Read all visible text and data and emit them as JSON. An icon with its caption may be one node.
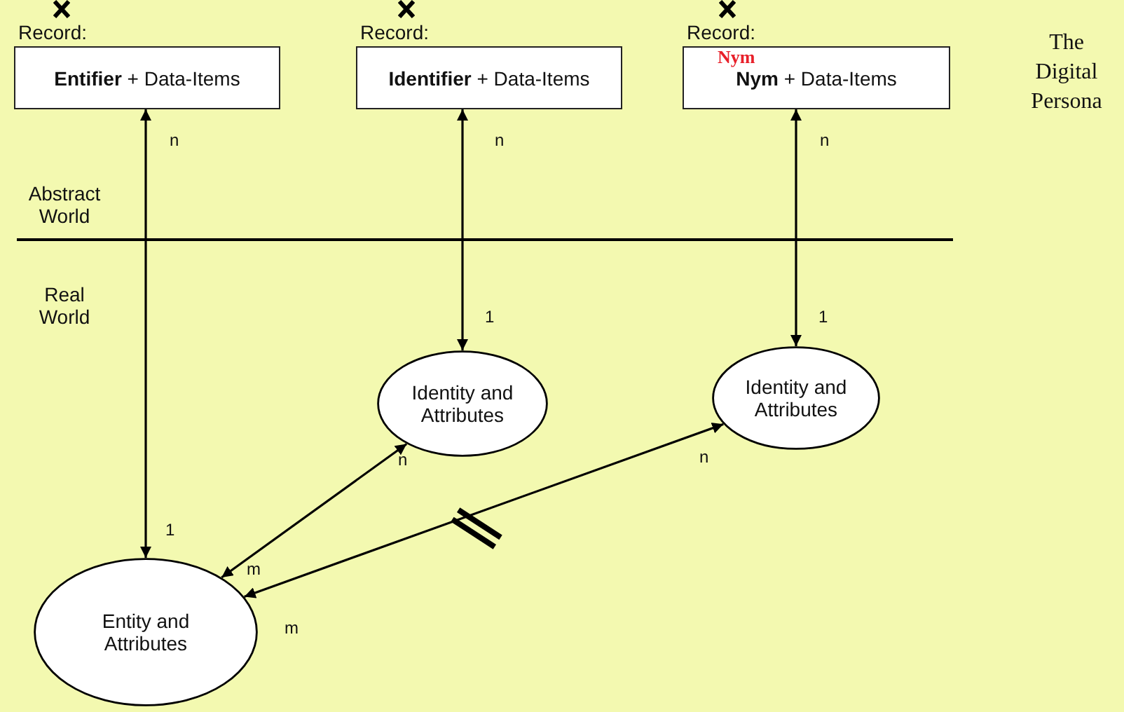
{
  "diagram": {
    "title": "The Digital Persona",
    "nodes": [
      {
        "text": [
          "Record:",
          "**Entifier** + Data-Items"
        ]
      },
      {
        "text": [
          "Record:",
          "**Identifier** + Data-Items"
        ]
      },
      {
        "text": [
          "Record:",
          "Nym",
          "**Nym** + Data-Items"
        ]
      },
      {
        "text": [
          "Identity and Attributes"
        ]
      },
      {
        "text": [
          "Identity and Attributes"
        ]
      },
      {
        "text": [
          "Entity and Attributes"
        ]
      }
    ],
    "edges": [
      {
        "from": 0,
        "to": 5,
        "arrow": "both"
      },
      {
        "from": 1,
        "to": 3,
        "arrow": "both"
      },
      {
        "from": 2,
        "to": 4,
        "arrow": "both"
      },
      {
        "from": 5,
        "to": 3,
        "arrow": "both"
      },
      {
        "from": 5,
        "to": 4,
        "arrow": "both"
      }
    ],
    "labels": [
      "Abstract World",
      "Real World",
      "n",
      "n",
      "n",
      "1",
      "1",
      "n",
      "n",
      "1",
      "m",
      "m"
    ]
  }
}
